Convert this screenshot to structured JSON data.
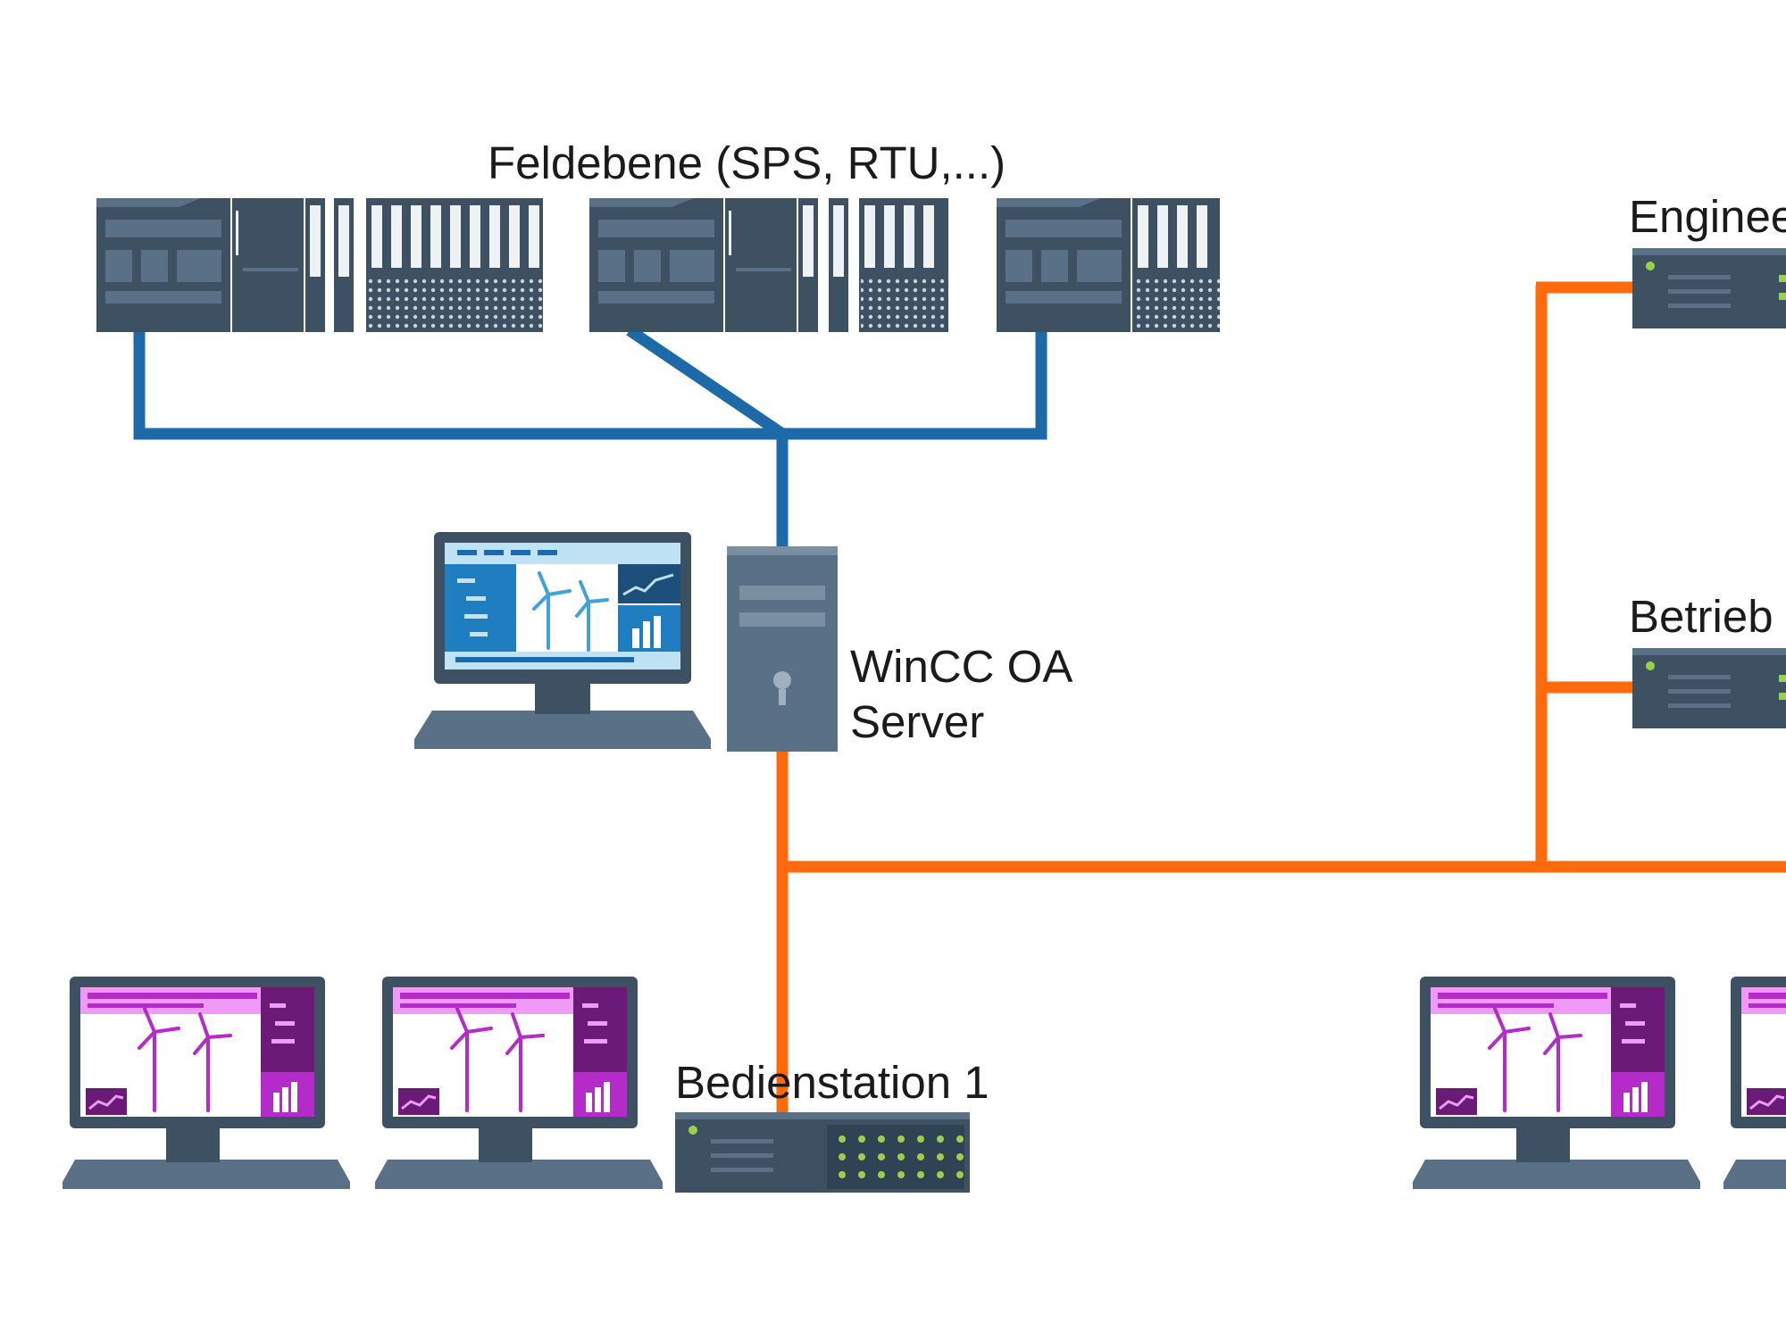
{
  "labels": {
    "field_level": "Feldebene (SPS, RTU,...)",
    "engineering": "Enginee",
    "operation": "Betrieb",
    "server_line1": "WinCC OA",
    "server_line2": "Server",
    "station1": "Bedienstation 1"
  },
  "colors": {
    "field_bus": "#1e6aa8",
    "lan": "#ff6a0d",
    "device_dark": "#3d5163",
    "device_mid": "#5a7086",
    "led_green": "#9bd14a",
    "ops_screen_accent": "#b52bc9",
    "server_screen_accent": "#1e7ec0"
  },
  "icons": [
    "plc-rack-icon",
    "server-tower-icon",
    "desktop-monitor-icon",
    "network-switch-icon",
    "wind-turbine-icon"
  ]
}
